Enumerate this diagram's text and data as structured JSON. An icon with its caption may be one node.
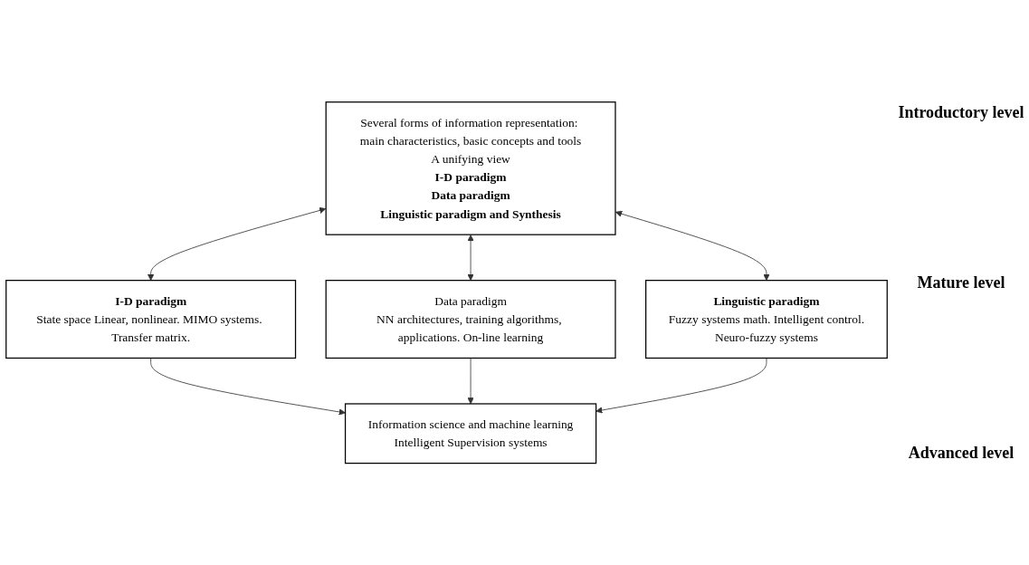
{
  "diagram": {
    "nodes": [
      {
        "text": [
          "Several forms of information representation: main characteristics, basic concepts and tools",
          "A unifying view",
          "I-D paradigm",
          "Data paradigm",
          "Linguistic paradigm and Synthesis"
        ]
      },
      {
        "text": [
          "I-D paradigm",
          "State space Linear, nonlinear. MIMO systems. Transfer matrix."
        ]
      },
      {
        "text": [
          "Data paradigm",
          "NN architectures, training algorithms, applications. On-line learning"
        ]
      },
      {
        "text": [
          "Linguistic paradigm",
          "Fuzzy systems math. Intelligent control.",
          "Neuro-fuzzy systems"
        ]
      },
      {
        "text": [
          "Information science and machine learning",
          "Intelligent Supervision systems"
        ]
      }
    ],
    "edges": [
      {
        "from": 0,
        "to": 1,
        "arrow": "both"
      },
      {
        "from": 0,
        "to": 2,
        "arrow": "both"
      },
      {
        "from": 0,
        "to": 3,
        "arrow": "both"
      },
      {
        "from": 1,
        "to": 4,
        "arrow": "to"
      },
      {
        "from": 2,
        "to": 4,
        "arrow": "to"
      },
      {
        "from": 3,
        "to": 4,
        "arrow": "to"
      }
    ],
    "labels": [
      "Introductory level",
      "Mature level",
      "Advanced level"
    ]
  }
}
